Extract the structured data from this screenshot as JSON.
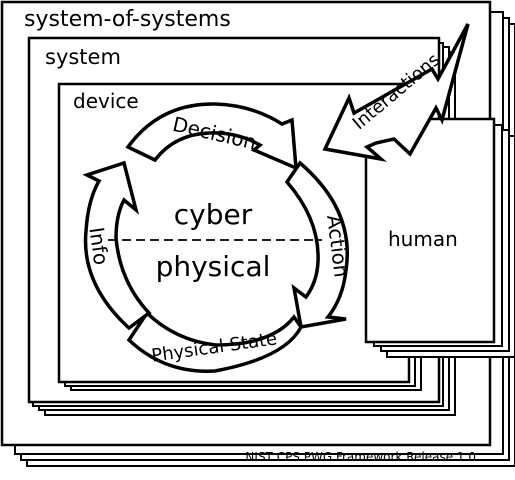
{
  "labels": {
    "system_of_systems": "system-of-systems",
    "system": "system",
    "device": "device",
    "human": "human",
    "cyber": "cyber",
    "physical": "physical",
    "decision": "Decision",
    "action": "Action",
    "physical_state": "Physical State",
    "info": "Info",
    "interactions": "Interactions",
    "footer": "NIST CPS PWG Framework Release 1.0"
  }
}
